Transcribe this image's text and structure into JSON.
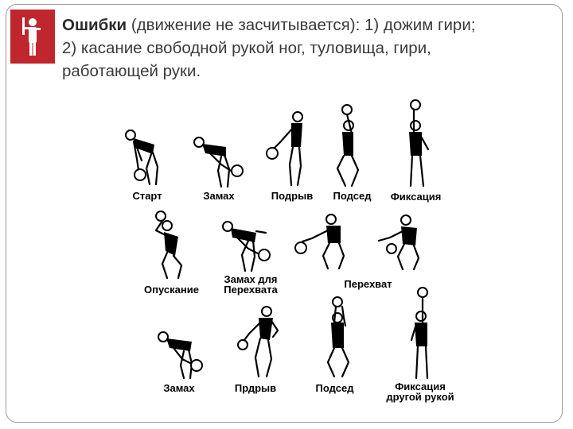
{
  "slide": {
    "title_bold": "Ошибки",
    "title_rest": " (движение не засчитывается): 1) дожим гири;",
    "line2": "2) касание свободной рукой ног, туловища, гири,",
    "line3": "работающей руки.",
    "accent_color": "#c0262d",
    "badge_icon": "person-raising-hand-icon"
  },
  "captions": {
    "start": "Старт",
    "swing1": "Замах",
    "pull1": "Подрыв",
    "squat1": "Подсед",
    "fix1": "Фиксация",
    "lower": "Опускание",
    "swing_switch_1": "Замах для",
    "swing_switch_2": "Перехвата",
    "switch": "Перехват",
    "swing2": "Замах",
    "pull2": "Прдрыв",
    "squat2": "Подсед",
    "fix2_1": "Фиксация",
    "fix2_2": "другой рукой"
  }
}
